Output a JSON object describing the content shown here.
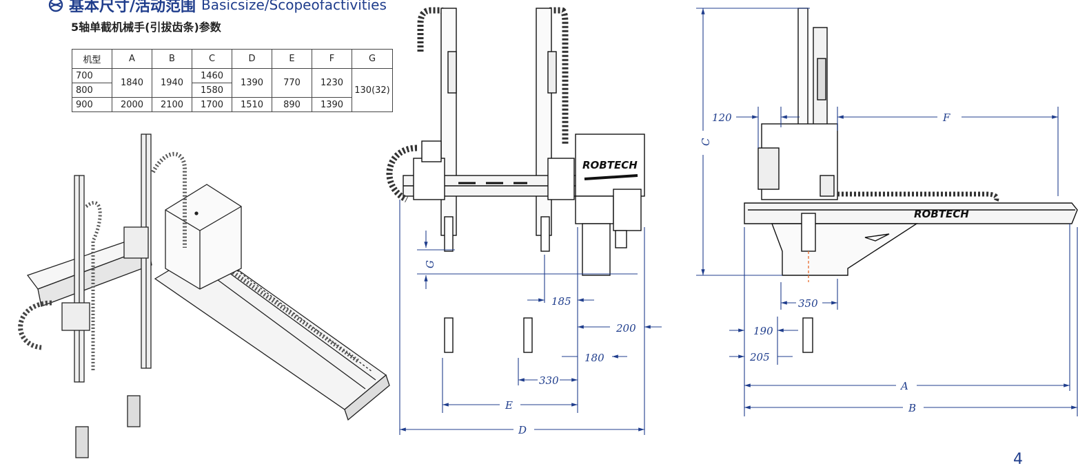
{
  "header": {
    "title_cn": "基本尺寸/活动范围",
    "title_en": "Basicsize/Scopeofactivities",
    "subtitle": "5轴单截机械手(引拔齿条)参数"
  },
  "table": {
    "columns": [
      "机型",
      "A",
      "B",
      "C",
      "D",
      "E",
      "F",
      "G"
    ],
    "rows": [
      {
        "model": "700",
        "A": "1840",
        "B": "1940",
        "C": "1460",
        "D": "1390",
        "E": "770",
        "F": "1230",
        "G": "130(32)"
      },
      {
        "model": "800",
        "A": "1840",
        "B": "1940",
        "C": "1580",
        "D": "1390",
        "E": "770",
        "F": "1230",
        "G": "130(32)"
      },
      {
        "model": "900",
        "A": "2000",
        "B": "2100",
        "C": "1700",
        "D": "1510",
        "E": "890",
        "F": "1390",
        "G": "130(32)"
      }
    ]
  },
  "front_view": {
    "brand": "ROBTECH",
    "dims": {
      "g": "G",
      "d185": "185",
      "d200": "200",
      "d180": "180",
      "d330": "330",
      "e": "E",
      "d": "D"
    }
  },
  "side_view": {
    "brand": "ROBTECH",
    "dims": {
      "c": "C",
      "d120": "120",
      "f": "F",
      "d350": "350",
      "d190": "190",
      "d205": "205",
      "a": "A",
      "b": "B"
    }
  },
  "page_number": "4",
  "colors": {
    "accent": "#1f3d8c",
    "line": "#111111",
    "table_border": "#444444"
  }
}
